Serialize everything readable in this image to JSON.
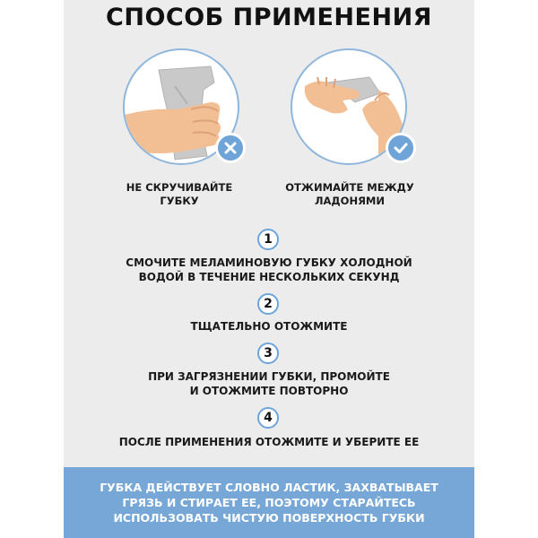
{
  "title": "СПОСОБ ПРИМЕНЕНИЯ",
  "tips": [
    {
      "caption_line1": "НЕ СКРУЧИВАЙТЕ",
      "caption_line2": "ГУБКУ",
      "status": "wrong",
      "icon": "close-icon"
    },
    {
      "caption_line1": "ОТЖИМАЙТЕ МЕЖДУ",
      "caption_line2": "ЛАДОНЯМИ",
      "status": "correct",
      "icon": "check-icon"
    }
  ],
  "steps": [
    {
      "number": "1",
      "line1": "СМОЧИТЕ МЕЛАМИНОВУЮ ГУБКУ ХОЛОДНОЙ",
      "line2": "ВОДОЙ В ТЕЧЕНИЕ НЕСКОЛЬКИХ СЕКУНД"
    },
    {
      "number": "2",
      "line1": "ТЩАТЕЛЬНО ОТОЖМИТЕ"
    },
    {
      "number": "3",
      "line1": "ПРИ ЗАГРЯЗНЕНИИ ГУБКИ, ПРОМОЙТЕ",
      "line2": "И ОТОЖМИТЕ ПОВТОРНО"
    },
    {
      "number": "4",
      "line1": "ПОСЛЕ ПРИМЕНЕНИЯ ОТОЖМИТЕ И УБЕРИТЕ ЕЕ"
    }
  ],
  "banner": {
    "line1": "ГУБКА ДЕЙСТВУЕТ СЛОВНО ЛАСТИК, ЗАХВАТЫВАЕТ",
    "line2": "ГРЯЗЬ И СТИРАЕТ ЕЕ, ПОЭТОМУ СТАРАЙТЕСЬ",
    "line3": "ИСПОЛЬЗОВАТЬ ЧИСТУЮ ПОВЕРХНОСТЬ ГУБКИ"
  },
  "colors": {
    "accent": "#6ea4d8",
    "banner": "#76a7d6",
    "card": "#ececec",
    "skin": "#f2bf94",
    "sponge": "#c9c9c9"
  }
}
